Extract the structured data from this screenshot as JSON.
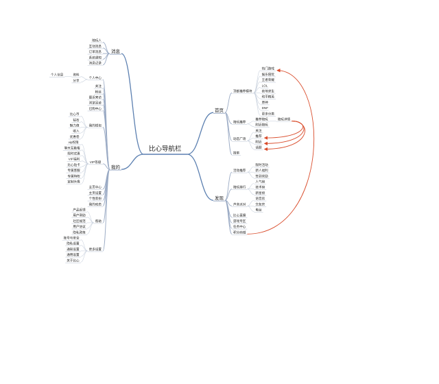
{
  "colors": {
    "trunk": "#5b7fb0",
    "branch": "#9aaac4",
    "leaf_underline": "#c5cedb",
    "arrow": "#d94b2a",
    "text": "#222222"
  },
  "diagram": {
    "root": "比心导航栏",
    "branches": [
      {
        "label": "消息",
        "children": [
          {
            "label": "陪玩人"
          },
          {
            "label": "互动消息"
          },
          {
            "label": "订单消息"
          },
          {
            "label": "系统通知"
          },
          {
            "label": "消息记录"
          }
        ]
      },
      {
        "label": "我的",
        "children": [
          {
            "label": "个人中心",
            "children": [
              {
                "label": "资料",
                "children": [
                  {
                    "label": "个人信息"
                  }
                ]
              },
              {
                "label": "分享"
              }
            ]
          },
          {
            "label": "关注"
          },
          {
            "label": "粉丝"
          },
          {
            "label": "最近来访"
          },
          {
            "label": "浏览足迹"
          },
          {
            "label": "已购中心"
          },
          {
            "label": "我的钱包",
            "children": [
              {
                "label": "比心币"
              },
              {
                "label": "钻石"
              },
              {
                "label": "魅力值"
              },
              {
                "label": "收入"
              },
              {
                "label": "优惠卷"
              }
            ]
          },
          {
            "label": "VIP等级",
            "children": [
              {
                "label": "vip权限"
              },
              {
                "label": "聊天互動権"
              },
              {
                "label": "限时优惠"
              },
              {
                "label": "VIP福利"
              },
              {
                "label": "比心钻卡"
              },
              {
                "label": "专属客服"
              },
              {
                "label": "专属特权"
              },
              {
                "label": "定制头像"
              }
            ]
          },
          {
            "label": "主页中心"
          },
          {
            "label": "主页设置"
          },
          {
            "label": "个性装扮"
          },
          {
            "label": "我的动态"
          },
          {
            "label": "帮助",
            "children": [
              {
                "label": "产品反馈"
              },
              {
                "label": "用户帮助"
              },
              {
                "label": "社区规范"
              },
              {
                "label": "用户协议"
              },
              {
                "label": "隐私政策"
              }
            ]
          },
          {
            "label": "更多设置",
            "children": [
              {
                "label": "账号与安全"
              },
              {
                "label": "隐私设置"
              },
              {
                "label": "通知设置"
              },
              {
                "label": "通用设置"
              },
              {
                "label": "关于比心"
              }
            ]
          }
        ]
      },
      {
        "label": "首页",
        "children": [
          {
            "label": "顶部推荐模块",
            "children": [
              {
                "label": "热门游戏"
              },
              {
                "label": "娱乐陪玩"
              },
              {
                "label": "王者荣耀"
              },
              {
                "label": "LOL"
              },
              {
                "label": "绝地求生"
              },
              {
                "label": "和平精英"
              },
              {
                "label": "原神"
              },
              {
                "label": "DNF"
              },
              {
                "label": "更多分类"
              }
            ]
          },
          {
            "label": "陪玩推荐",
            "children": [
              {
                "label": "推荐陪玩",
                "children": [
                  {
                    "label": "陪玩详情"
                  }
                ]
              },
              {
                "label": "附近陪玩"
              }
            ]
          },
          {
            "label": "动态广场",
            "children": [
              {
                "label": "关注"
              },
              {
                "label": "推荐"
              },
              {
                "label": "附近"
              },
              {
                "label": "话题"
              }
            ]
          },
          {
            "label": "搜索"
          }
        ]
      },
      {
        "label": "发现",
        "children": [
          {
            "label": "活动推荐",
            "children": [
              {
                "label": "限时活动"
              },
              {
                "label": "新人福利"
              },
              {
                "label": "签到奖励"
              }
            ]
          },
          {
            "label": "陪玩排行",
            "children": [
              {
                "label": "人气榜"
              },
              {
                "label": "技术榜"
              },
              {
                "label": "新星榜"
              }
            ]
          },
          {
            "label": "声音派对",
            "children": [
              {
                "label": "语音房"
              },
              {
                "label": "交友房"
              },
              {
                "label": "电台"
              }
            ]
          },
          {
            "label": "比心直播"
          },
          {
            "label": "游戏专区"
          },
          {
            "label": "任务中心"
          },
          {
            "label": "积分商城"
          }
        ]
      }
    ]
  }
}
